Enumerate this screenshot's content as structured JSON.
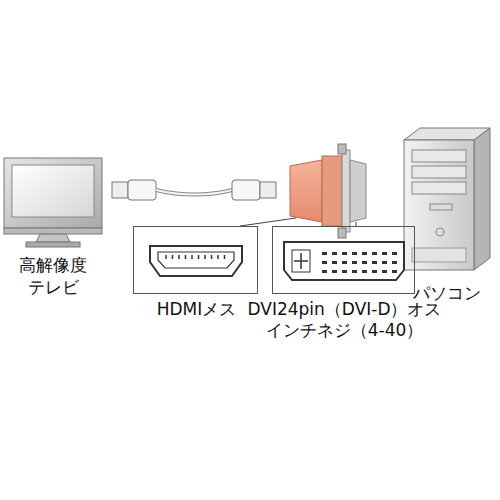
{
  "diagram": {
    "nodes": [
      {
        "text": [
          "HDMIメス"
        ]
      },
      {
        "text": [
          "DVI24pin（DVI-D）オス インチネジ（4-40）"
        ]
      }
    ],
    "labels": [
      "高解像度 テレビ",
      "パソコン"
    ]
  }
}
